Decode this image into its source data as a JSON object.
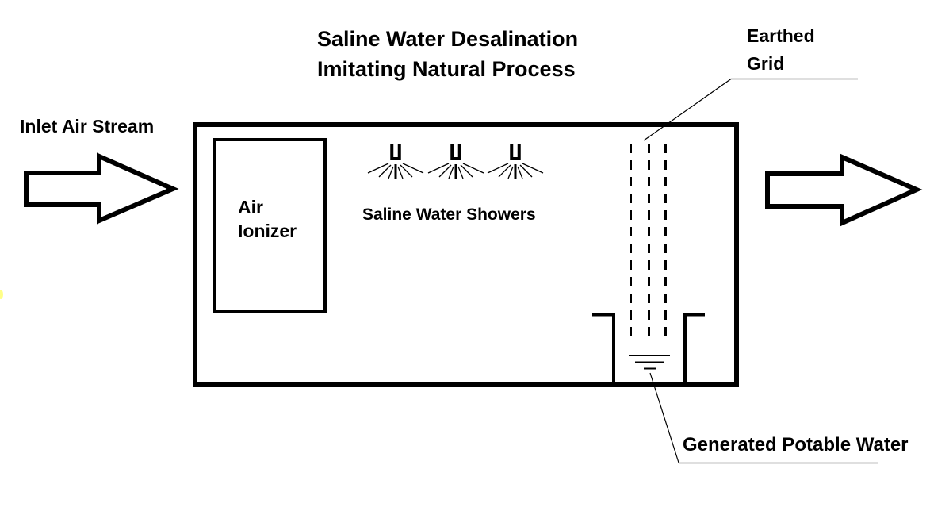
{
  "title": {
    "line1": "Saline Water Desalination",
    "line2": "Imitating Natural Process"
  },
  "labels": {
    "inlet_air_stream": "Inlet Air Stream",
    "air_ionizer": {
      "line1": "Air",
      "line2": "Ionizer"
    },
    "saline_water_showers": "Saline Water Showers",
    "earthed_grid": {
      "line1": "Earthed",
      "line2": "Grid"
    },
    "generated_potable_water": "Generated Potable Water"
  },
  "icons": {
    "inlet_arrow": "block-arrow-right",
    "outlet_arrow": "block-arrow-right",
    "shower_nozzle": "spray-nozzle",
    "shower_nozzle_count": 3,
    "earthed_grid_dashed_line_count": 3,
    "ground_symbol": "earth-ground"
  },
  "colors": {
    "ink": "#000000",
    "background": "#ffffff",
    "edge_speck": "#ffff88"
  }
}
